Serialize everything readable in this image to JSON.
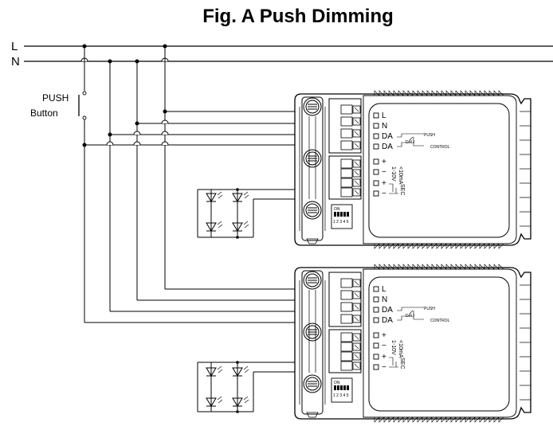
{
  "title": "Fig. A    Push Dimming",
  "bus": {
    "line_label": "L",
    "neutral_label": "N"
  },
  "push_button": {
    "line1": "PUSH",
    "line2": "Button"
  },
  "driver": {
    "terminals": [
      "L",
      "N",
      "DA",
      "DA",
      "+",
      "−",
      "+",
      "−"
    ],
    "dali_text": "DALI",
    "push_control_line1": "PUSH",
    "push_control_line2": "CONTROL",
    "dim_range_line1": "1-10V",
    "dim_range_line2": "<10mA",
    "sec_text": "SEC",
    "dip_on": "ON",
    "dip_numbers": "1 2 3 4 5"
  },
  "colors": {
    "line": "#000000",
    "background": "#ffffff"
  }
}
